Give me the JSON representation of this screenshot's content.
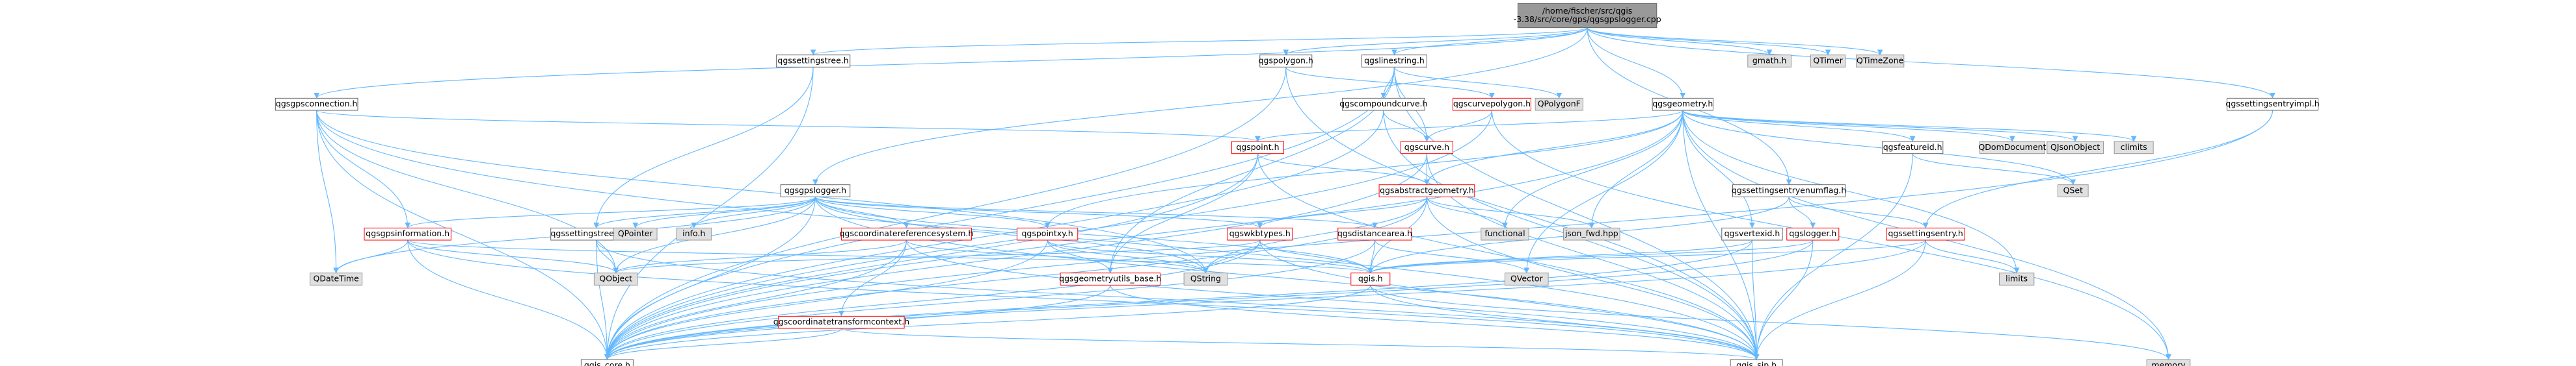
{
  "palette": {
    "root_fill": "#999999",
    "white_fill": "#ffffff",
    "ext_fill": "#e0e0e0",
    "border_normal": "#666666",
    "border_red": "#ff0000",
    "border_ext": "#999999",
    "edge": "#63b8ff",
    "text": "#000000"
  },
  "nodes": [
    {
      "id": "root",
      "label": [
        "/home/fischer/src/qgis",
        "-3.38/src/core/gps/qgsgpslogger.cpp"
      ],
      "style": "root"
    },
    {
      "id": "qgssettingstree",
      "label": [
        "qgssettingstree.h"
      ],
      "style": "normal"
    },
    {
      "id": "qgspolygon",
      "label": [
        "qgspolygon.h"
      ],
      "style": "normal"
    },
    {
      "id": "qgslinestring",
      "label": [
        "qgslinestring.h"
      ],
      "style": "normal"
    },
    {
      "id": "gmath",
      "label": [
        "gmath.h"
      ],
      "style": "ext"
    },
    {
      "id": "qtimer",
      "label": [
        "QTimer"
      ],
      "style": "ext"
    },
    {
      "id": "qtimezone",
      "label": [
        "QTimeZone"
      ],
      "style": "ext"
    },
    {
      "id": "qgsgpsconnection",
      "label": [
        "qgsgpsconnection.h"
      ],
      "style": "normal"
    },
    {
      "id": "qgscurvepolygon",
      "label": [
        "qgscurvepolygon.h"
      ],
      "style": "red"
    },
    {
      "id": "qpolygonf",
      "label": [
        "QPolygonF"
      ],
      "style": "ext"
    },
    {
      "id": "qgscompoundcurve",
      "label": [
        "qgscompoundcurve.h"
      ],
      "style": "normal"
    },
    {
      "id": "qgsgeometry",
      "label": [
        "qgsgeometry.h"
      ],
      "style": "normal"
    },
    {
      "id": "qgssettingsentryimpl",
      "label": [
        "qgssettingsentryimpl.h"
      ],
      "style": "normal"
    },
    {
      "id": "qgspoint",
      "label": [
        "qgspoint.h"
      ],
      "style": "red"
    },
    {
      "id": "qgscurve",
      "label": [
        "qgscurve.h"
      ],
      "style": "red"
    },
    {
      "id": "qgsfeatureid",
      "label": [
        "qgsfeatureid.h"
      ],
      "style": "normal"
    },
    {
      "id": "qdomdocument",
      "label": [
        "QDomDocument"
      ],
      "style": "ext"
    },
    {
      "id": "qjsonobject",
      "label": [
        "QJsonObject"
      ],
      "style": "ext"
    },
    {
      "id": "climits",
      "label": [
        "climits"
      ],
      "style": "ext"
    },
    {
      "id": "qgsgpslogger",
      "label": [
        "qgsgpslogger.h"
      ],
      "style": "normal"
    },
    {
      "id": "qgsabstractgeometry",
      "label": [
        "qgsabstractgeometry.h"
      ],
      "style": "red"
    },
    {
      "id": "qgssettingsentryenumflag",
      "label": [
        "qgssettingsentryenumflag.h"
      ],
      "style": "normal"
    },
    {
      "id": "qset",
      "label": [
        "QSet"
      ],
      "style": "ext"
    },
    {
      "id": "qgsgpsinformation",
      "label": [
        "qgsgpsinformation.h"
      ],
      "style": "red"
    },
    {
      "id": "qgssettingstreenode",
      "label": [
        "qgssettingstreenode.h"
      ],
      "style": "normal"
    },
    {
      "id": "qpointer",
      "label": [
        "QPointer"
      ],
      "style": "ext"
    },
    {
      "id": "infoh",
      "label": [
        "info.h"
      ],
      "style": "ext"
    },
    {
      "id": "qgscoordinatereferencesystem",
      "label": [
        "qgscoordinatereferencesystem.h"
      ],
      "style": "red"
    },
    {
      "id": "qgspointxy",
      "label": [
        "qgspointxy.h"
      ],
      "style": "red"
    },
    {
      "id": "qgswkbtypes",
      "label": [
        "qgswkbtypes.h"
      ],
      "style": "red"
    },
    {
      "id": "qgsdistancearea",
      "label": [
        "qgsdistancearea.h"
      ],
      "style": "red"
    },
    {
      "id": "functional",
      "label": [
        "functional"
      ],
      "style": "ext"
    },
    {
      "id": "json_fwd",
      "label": [
        "json_fwd.hpp"
      ],
      "style": "ext"
    },
    {
      "id": "qgsvertexid",
      "label": [
        "qgsvertexid.h"
      ],
      "style": "normal"
    },
    {
      "id": "qgslogger",
      "label": [
        "qgslogger.h"
      ],
      "style": "red"
    },
    {
      "id": "qgssettingsentry",
      "label": [
        "qgssettingsentry.h"
      ],
      "style": "red"
    },
    {
      "id": "qdatetime",
      "label": [
        "QDateTime"
      ],
      "style": "ext"
    },
    {
      "id": "qobject",
      "label": [
        "QObject"
      ],
      "style": "ext"
    },
    {
      "id": "qstring",
      "label": [
        "QString"
      ],
      "style": "ext"
    },
    {
      "id": "qgsgeometryutils_base",
      "label": [
        "qgsgeometryutils_base.h"
      ],
      "style": "red"
    },
    {
      "id": "qgish",
      "label": [
        "qgis.h"
      ],
      "style": "red"
    },
    {
      "id": "qvector",
      "label": [
        "QVector"
      ],
      "style": "ext"
    },
    {
      "id": "limits",
      "label": [
        "limits"
      ],
      "style": "ext"
    },
    {
      "id": "qgscoordinatetransformcontext",
      "label": [
        "qgscoordinatetransformcontext.h"
      ],
      "style": "red"
    },
    {
      "id": "qgis_core",
      "label": [
        "qgis_core.h"
      ],
      "style": "normal"
    },
    {
      "id": "qgis_sip",
      "label": [
        "qgis_sip.h"
      ],
      "style": "normal"
    },
    {
      "id": "memory",
      "label": [
        "memory"
      ],
      "style": "ext"
    }
  ],
  "edges": [
    [
      "root",
      "qgssettingstree"
    ],
    [
      "root",
      "qgspolygon"
    ],
    [
      "root",
      "qgslinestring"
    ],
    [
      "root",
      "gmath"
    ],
    [
      "root",
      "qtimer"
    ],
    [
      "root",
      "qtimezone"
    ],
    [
      "root",
      "qgsgpsconnection"
    ],
    [
      "root",
      "qgsgeometry"
    ],
    [
      "root",
      "qgssettingsentryimpl"
    ],
    [
      "root",
      "qgsgpslogger"
    ],
    [
      "root",
      "qgssettingsentryenumflag"
    ],
    [
      "qgssettingstree",
      "qgssettingstreenode"
    ],
    [
      "qgssettingstree",
      "qgis_core"
    ],
    [
      "qgspolygon",
      "qgscurvepolygon"
    ],
    [
      "qgspolygon",
      "qgis_core"
    ],
    [
      "qgspolygon",
      "qgis_sip"
    ],
    [
      "qgslinestring",
      "qpolygonf"
    ],
    [
      "qgslinestring",
      "qgscurve"
    ],
    [
      "qgslinestring",
      "qgscompoundcurve"
    ],
    [
      "qgslinestring",
      "qgis_core"
    ],
    [
      "qgslinestring",
      "qgis_sip"
    ],
    [
      "qgslinestring",
      "qgsgeometryutils_base"
    ],
    [
      "qgsgpsconnection",
      "qgsgpsinformation"
    ],
    [
      "qgsgpsconnection",
      "qobject"
    ],
    [
      "qgsgpsconnection",
      "qdatetime"
    ],
    [
      "qgsgpsconnection",
      "qgspoint"
    ],
    [
      "qgsgpsconnection",
      "qstring"
    ],
    [
      "qgsgpsconnection",
      "qgis_core"
    ],
    [
      "qgsgpsconnection",
      "qgis_sip"
    ],
    [
      "qgscurvepolygon",
      "qgscurve"
    ],
    [
      "qgscurvepolygon",
      "memory"
    ],
    [
      "qgscurvepolygon",
      "qgis_core"
    ],
    [
      "qgscompoundcurve",
      "qgscurve"
    ],
    [
      "qgscompoundcurve",
      "qgis_core"
    ],
    [
      "qgscompoundcurve",
      "qgis_sip"
    ],
    [
      "qgsgeometry",
      "qgspoint"
    ],
    [
      "qgsgeometry",
      "qgsabstractgeometry"
    ],
    [
      "qgsgeometry",
      "qgsfeatureid"
    ],
    [
      "qgsgeometry",
      "qdomdocument"
    ],
    [
      "qgsgeometry",
      "qjsonobject"
    ],
    [
      "qgsgeometry",
      "climits"
    ],
    [
      "qgsgeometry",
      "functional"
    ],
    [
      "qgsgeometry",
      "json_fwd"
    ],
    [
      "qgsgeometry",
      "qgsvertexid"
    ],
    [
      "qgsgeometry",
      "qgspointxy"
    ],
    [
      "qgsgeometry",
      "qset"
    ],
    [
      "qgsgeometry",
      "qgis_core"
    ],
    [
      "qgsgeometry",
      "qgis_sip"
    ],
    [
      "qgsgeometry",
      "memory"
    ],
    [
      "qgsgeometry",
      "limits"
    ],
    [
      "qgsgeometry",
      "qvector"
    ],
    [
      "qgssettingsentryimpl",
      "qgssettingsentry"
    ],
    [
      "qgssettingsentryimpl",
      "qgis_core"
    ],
    [
      "qgspoint",
      "qgsabstractgeometry"
    ],
    [
      "qgspoint",
      "qgis_core"
    ],
    [
      "qgspoint",
      "qgis_sip"
    ],
    [
      "qgspoint",
      "qgsgeometryutils_base"
    ],
    [
      "qgscurve",
      "qgsabstractgeometry"
    ],
    [
      "qgscurve",
      "qgis_core"
    ],
    [
      "qgscurve",
      "qgis_sip"
    ],
    [
      "qgsfeatureid",
      "qset"
    ],
    [
      "qgsfeatureid",
      "qgis_sip"
    ],
    [
      "qgsgpslogger",
      "qgsgpsinformation"
    ],
    [
      "qgsgpslogger",
      "qgssettingstreenode"
    ],
    [
      "qgsgpslogger",
      "qpointer"
    ],
    [
      "qgsgpslogger",
      "infoh"
    ],
    [
      "qgsgpslogger",
      "qgscoordinatereferencesystem"
    ],
    [
      "qgsgpslogger",
      "qgspointxy"
    ],
    [
      "qgsgpslogger",
      "qgswkbtypes"
    ],
    [
      "qgsgpslogger",
      "qgsdistancearea"
    ],
    [
      "qgsgpslogger",
      "qobject"
    ],
    [
      "qgsgpslogger",
      "qdatetime"
    ],
    [
      "qgsgpslogger",
      "qgis_core"
    ],
    [
      "qgsgpslogger",
      "qgis_sip"
    ],
    [
      "qgsgpslogger",
      "qstring"
    ],
    [
      "qgsgpslogger",
      "qgish"
    ],
    [
      "qgsabstractgeometry",
      "qgswkbtypes"
    ],
    [
      "qgsabstractgeometry",
      "functional"
    ],
    [
      "qgsabstractgeometry",
      "json_fwd"
    ],
    [
      "qgsabstractgeometry",
      "qstring"
    ],
    [
      "qgsabstractgeometry",
      "qgis_core"
    ],
    [
      "qgsabstractgeometry",
      "qgis_sip"
    ],
    [
      "qgsabstractgeometry",
      "qgish"
    ],
    [
      "qgssettingsentryenumflag",
      "qgslogger"
    ],
    [
      "qgssettingsentryenumflag",
      "qgssettingsentry"
    ],
    [
      "qgssettingsentryenumflag",
      "qgish"
    ],
    [
      "qgsgpsinformation",
      "qdatetime"
    ],
    [
      "qgsgpsinformation",
      "qobject"
    ],
    [
      "qgsgpsinformation",
      "qgis_core"
    ],
    [
      "qgsgpsinformation",
      "qgis_sip"
    ],
    [
      "qgsgpsinformation",
      "qgish"
    ],
    [
      "qgssettingstreenode",
      "qobject"
    ],
    [
      "qgssettingstreenode",
      "qgis_core"
    ],
    [
      "qgssettingstreenode",
      "qgis_sip"
    ],
    [
      "qgscoordinatereferencesystem",
      "qgscoordinatetransformcontext"
    ],
    [
      "qgscoordinatereferencesystem",
      "qobject"
    ],
    [
      "qgscoordinatereferencesystem",
      "qstring"
    ],
    [
      "qgscoordinatereferencesystem",
      "qgis_core"
    ],
    [
      "qgscoordinatereferencesystem",
      "qgis_sip"
    ],
    [
      "qgspointxy",
      "qgsgeometryutils_base"
    ],
    [
      "qgspointxy",
      "qstring"
    ],
    [
      "qgspointxy",
      "qgis_core"
    ],
    [
      "qgspointxy",
      "qgish"
    ],
    [
      "qgswkbtypes",
      "qobject"
    ],
    [
      "qgswkbtypes",
      "qstring"
    ],
    [
      "qgswkbtypes",
      "qgis_core"
    ],
    [
      "qgswkbtypes",
      "qgis_sip"
    ],
    [
      "qgswkbtypes",
      "qgish"
    ],
    [
      "qgsdistancearea",
      "qvector"
    ],
    [
      "qgsdistancearea",
      "qgis_core"
    ],
    [
      "qgsdistancearea",
      "qgish"
    ],
    [
      "qgsvertexid",
      "qgis_core"
    ],
    [
      "qgsvertexid",
      "qgis_sip"
    ],
    [
      "qgsvertexid",
      "qgish"
    ],
    [
      "qgslogger",
      "qgis_core"
    ],
    [
      "qgslogger",
      "qgis_sip"
    ],
    [
      "qgslogger",
      "qgish"
    ],
    [
      "qgssettingsentry",
      "qgis_core"
    ],
    [
      "qgssettingsentry",
      "qgis_sip"
    ],
    [
      "qgssettingsentry",
      "qgish"
    ],
    [
      "qgssettingsentry",
      "limits"
    ],
    [
      "qgsgeometryutils_base",
      "qgis_core"
    ],
    [
      "qgsgeometryutils_base",
      "qgis_sip"
    ],
    [
      "qgish",
      "qgis_core"
    ],
    [
      "qgish",
      "qgis_sip"
    ],
    [
      "qgish",
      "memory"
    ],
    [
      "qgscoordinatetransformcontext",
      "qgis_core"
    ],
    [
      "qgscoordinatetransformcontext",
      "qgis_sip"
    ]
  ]
}
